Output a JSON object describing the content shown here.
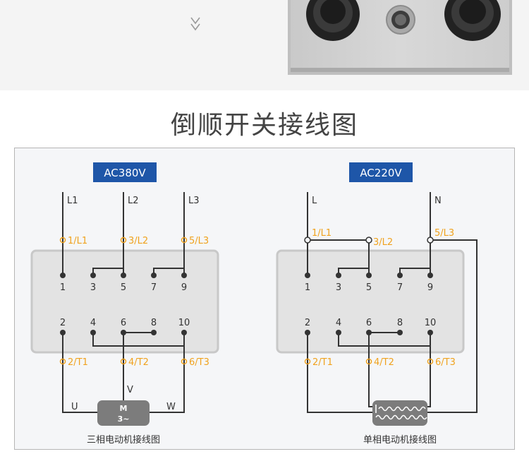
{
  "heading": "倒顺开关接线图",
  "colors": {
    "badge": "#1e56a8",
    "terminal_orange": "#f0a21e",
    "wire": "#333333",
    "box_fill": "#e3e3e3",
    "box_stroke": "#c8c8c8",
    "motor": "#7c7c7c"
  },
  "icons": {
    "scroll_hint": "double-chevron-down-icon",
    "motor": "motor-icon",
    "heater": "wavy-coil-icon"
  },
  "three_phase": {
    "voltage": "AC380V",
    "inputs": [
      "L1",
      "L2",
      "L3"
    ],
    "top_terminals": [
      "1/L1",
      "3/L2",
      "5/L3"
    ],
    "bottom_terminals": [
      "2/T1",
      "4/T2",
      "6/T3"
    ],
    "row_top": [
      "1",
      "3",
      "5",
      "7",
      "9"
    ],
    "row_bottom": [
      "2",
      "4",
      "6",
      "8",
      "10"
    ],
    "motor_label_line1": "M",
    "motor_label_line2": "3~",
    "phase_u": "U",
    "phase_v": "V",
    "phase_w": "W",
    "caption": "三相电动机接线图"
  },
  "single_phase": {
    "voltage": "AC220V",
    "inputs": [
      "L",
      "N"
    ],
    "top_terminals": [
      "1/L1",
      "3/L2",
      "5/L3"
    ],
    "bottom_terminals": [
      "2/T1",
      "4/T2",
      "6/T3"
    ],
    "row_top": [
      "1",
      "3",
      "5",
      "7",
      "9"
    ],
    "row_bottom": [
      "2",
      "4",
      "6",
      "8",
      "10"
    ],
    "caption": "单相电动机接线图"
  }
}
